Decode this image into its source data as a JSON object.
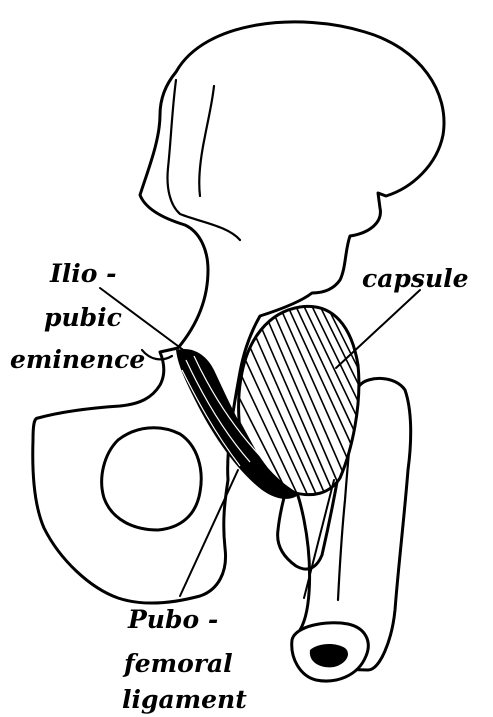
{
  "labels": {
    "ilio_pubic_eminence": [
      "Ilio -",
      "pubic",
      "eminence"
    ],
    "capsule": "capsule",
    "pubofemoral_ligament": [
      "Pubo -",
      "femoral",
      "ligament"
    ]
  },
  "colors": {
    "ink": "#000000",
    "paper": "#ffffff"
  }
}
